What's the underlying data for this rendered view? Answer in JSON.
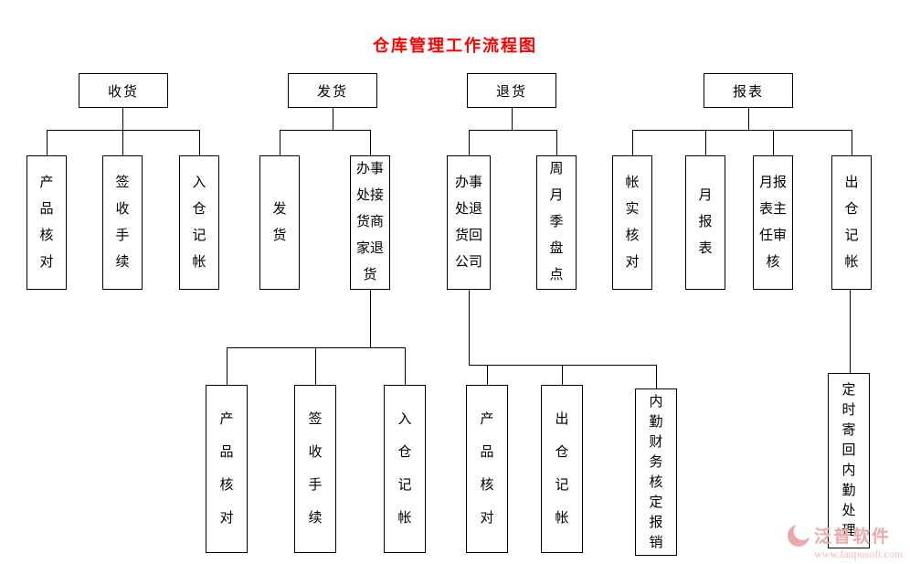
{
  "title": "仓库管理工作流程图",
  "colors": {
    "title": "#ff0000",
    "watermark": "#eba9a9"
  },
  "nodes": {
    "receive": {
      "label": "收货"
    },
    "receive_check": {
      "label": "产品核对"
    },
    "receive_sign": {
      "label": "签收手续"
    },
    "receive_entry": {
      "label": "入仓　记帐"
    },
    "ship": {
      "label": "发货"
    },
    "ship_do": {
      "label": "发　货"
    },
    "ship_office": {
      "label": "办事处接货商家退货"
    },
    "ship_check": {
      "label": "产品核对"
    },
    "ship_sign": {
      "label": "签收手续"
    },
    "ship_entry": {
      "label": "入仓　记帐"
    },
    "returns": {
      "label": "退货"
    },
    "returns_office": {
      "label": "办事处退货回公司"
    },
    "returns_inventory": {
      "label": "周月季盘点"
    },
    "returns_check": {
      "label": "产品核对"
    },
    "returns_out": {
      "label": "出仓　记帐"
    },
    "returns_finance": {
      "label": "内勤财务核定报销"
    },
    "report": {
      "label": "报表"
    },
    "report_verify": {
      "label": "帐实核对"
    },
    "report_monthly": {
      "label": "月报表"
    },
    "report_review": {
      "label": "月报表主任审核"
    },
    "report_out": {
      "label": "出仓　记帐"
    },
    "report_send": {
      "label": "定时寄回内勤处理"
    }
  },
  "watermark": {
    "brand": "泛普软件",
    "url": "www.fanpusoft.com"
  }
}
